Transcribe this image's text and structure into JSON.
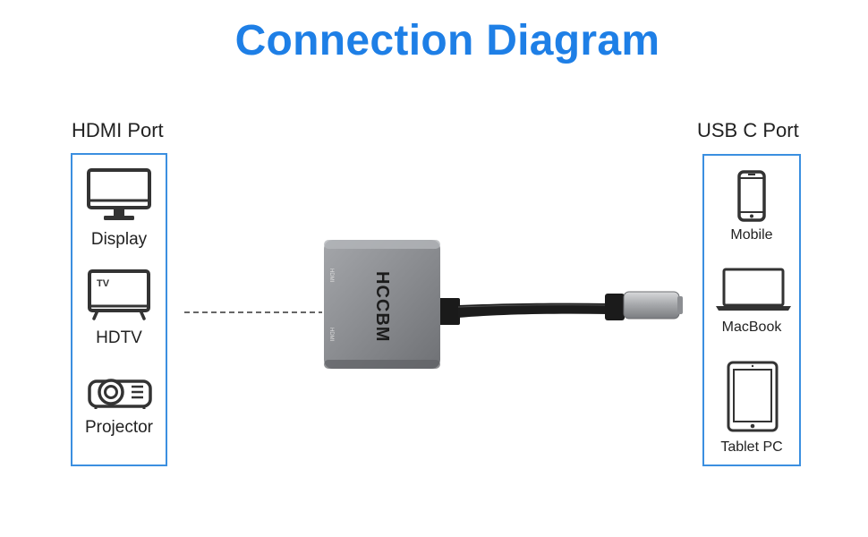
{
  "title": "Connection Diagram",
  "left_group": {
    "label": "HDMI Port",
    "devices": [
      {
        "label": "Display",
        "icon": "monitor-icon"
      },
      {
        "label": "HDTV",
        "icon": "tv-icon",
        "icon_text": "TV"
      },
      {
        "label": "Projector",
        "icon": "projector-icon"
      }
    ]
  },
  "right_group": {
    "label": "USB C Port",
    "devices": [
      {
        "label": "Mobile",
        "icon": "phone-icon"
      },
      {
        "label": "MacBook",
        "icon": "laptop-icon"
      },
      {
        "label": "Tablet PC",
        "icon": "tablet-icon"
      }
    ]
  },
  "adapter": {
    "brand": "HCCBM",
    "port_labels": [
      "HDMI",
      "HDMI"
    ]
  },
  "colors": {
    "title": "#1e7fe6",
    "panel_border": "#3b8fe0",
    "icon_stroke": "#333333",
    "adapter_body": "#8a8c90"
  }
}
